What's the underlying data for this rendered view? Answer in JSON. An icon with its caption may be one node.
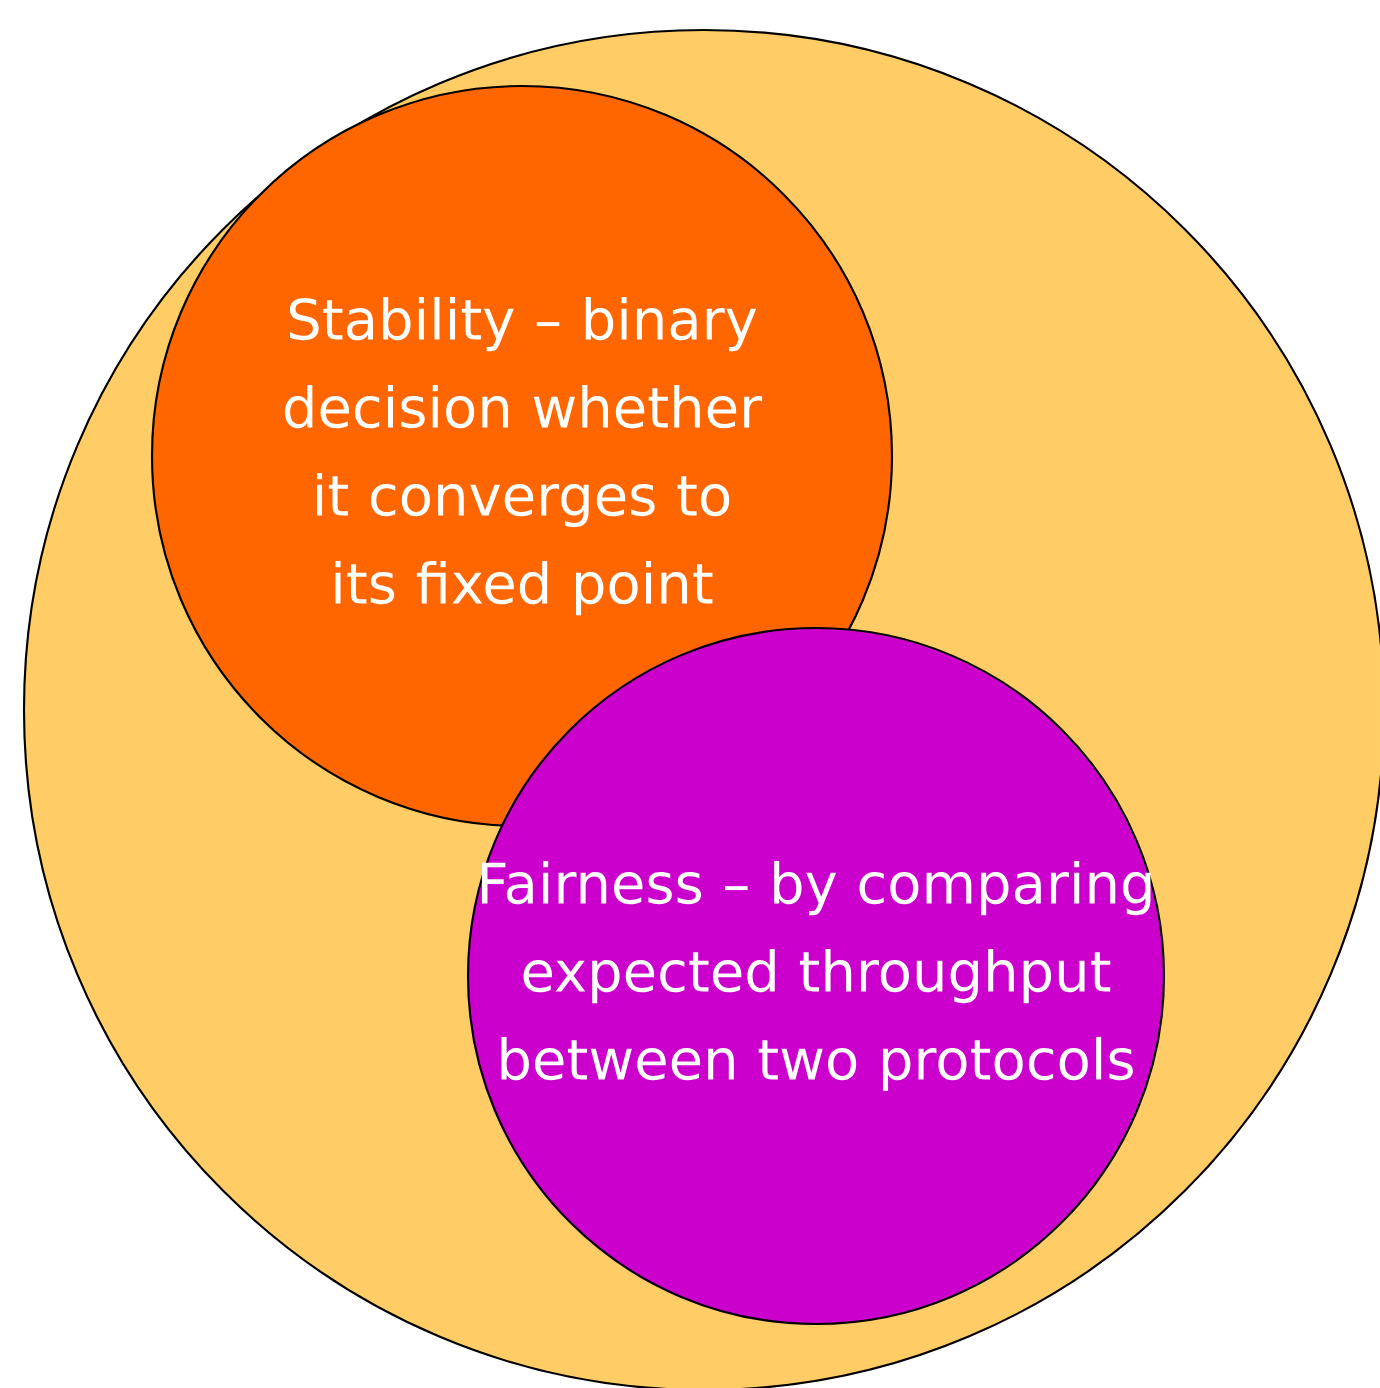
{
  "diagram": {
    "nodes": [
      {
        "text": [],
        "shape": "circle"
      },
      {
        "text": [
          "Stability – binary decision whether it converges to its fixed point"
        ],
        "in": 0
      },
      {
        "text": [
          "Fairness – by comparing expected throughput between two protocols"
        ],
        "in": 0
      }
    ]
  }
}
